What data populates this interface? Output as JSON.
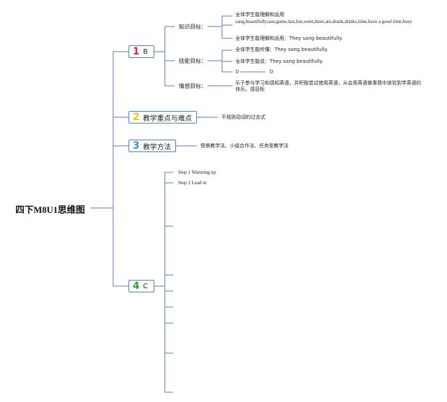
{
  "title": "四下M8U1思维图",
  "colors": {
    "line": "#5b7ea6",
    "num1": "#d0263b",
    "num2": "#f0c419",
    "num3": "#3a8fc0",
    "num4": "#2f9a3d"
  },
  "branches": [
    {
      "num": "1",
      "label": "B",
      "subs": [
        {
          "label": "知识目标：",
          "leaves": [
            {
              "text": "全体学生能理解和运用"
            },
            {
              "text": "sang,beautifully,saw,game,last,fun,went,there,ate,drank,drinks,time,have a good time,busy"
            },
            {
              "text": "全体学生能理解和运用：They sang beautifully."
            }
          ]
        },
        {
          "label": "技能目标：",
          "leaves": [
            {
              "text": "全体学生能听懂：They sang beautifully."
            },
            {
              "text": "全体学生能说：They sang beautifully."
            },
            {
              "text": "D",
              "text2": "D"
            }
          ]
        },
        {
          "label": "情感目标：",
          "leaves": [
            {
              "text": "乐于参与学习和感知英语，并积极尝试使用英语，从会用英语做事情中体验到学英语的快乐。感目标"
            }
          ]
        }
      ]
    },
    {
      "num": "2",
      "label": "教学重点与难点",
      "note": "不规则动词的过去式"
    },
    {
      "num": "3",
      "label": "教学方法",
      "note": "情景教学法、小组合作法、任务型教学法"
    },
    {
      "num": "4",
      "label": "C",
      "steps": [
        "Step 1 Warming up",
        "Step 2 Lead in"
      ]
    }
  ]
}
